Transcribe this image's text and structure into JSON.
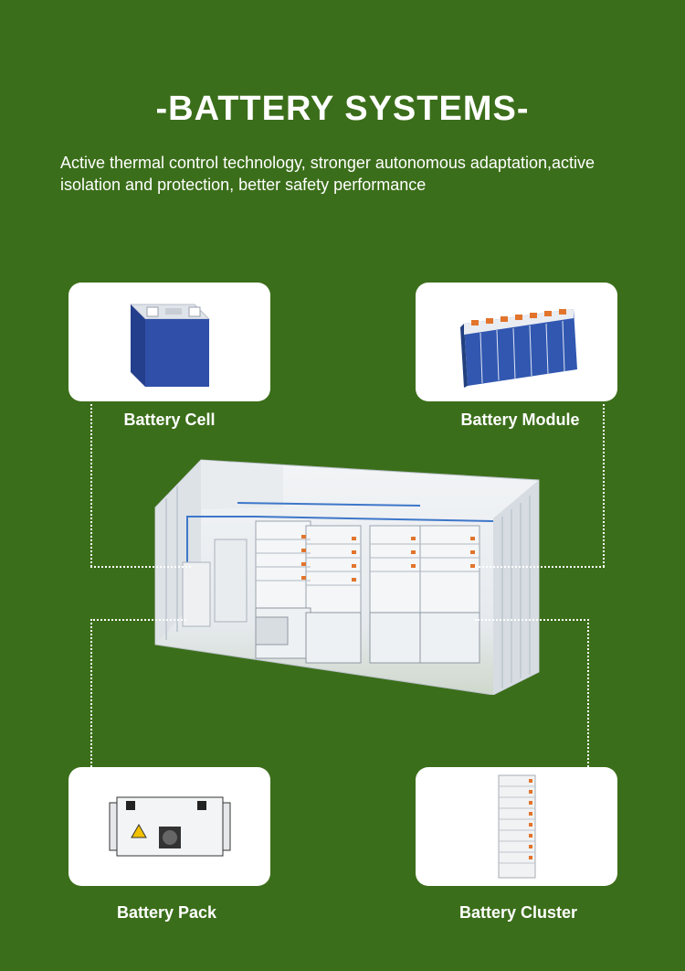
{
  "heading": "-BATTERY SYSTEMS-",
  "description": "Active thermal control technology, stronger autonomous adaptation,active isolation and protection, better safety performance",
  "components": {
    "cell": {
      "label": "Battery Cell",
      "icon": "battery-cell-icon"
    },
    "module": {
      "label": "Battery Module",
      "icon": "battery-module-icon"
    },
    "pack": {
      "label": "Battery Pack",
      "icon": "battery-pack-icon"
    },
    "cluster": {
      "label": "Battery Cluster",
      "icon": "battery-cluster-icon"
    }
  },
  "colors": {
    "background": "#3b6e1a",
    "card": "#ffffff",
    "accent_blue": "#2f4fa8",
    "accent_orange": "#e2742b"
  }
}
